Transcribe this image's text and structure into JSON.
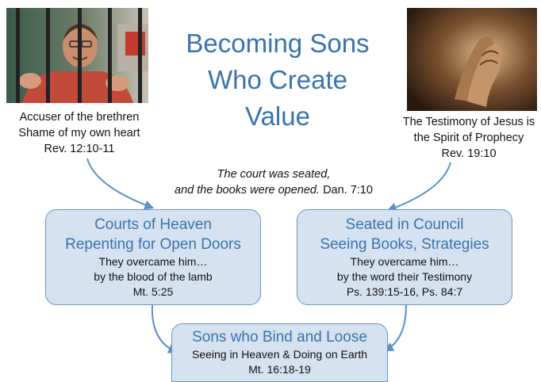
{
  "title": {
    "line1": "Becoming Sons",
    "line2": "Who Create",
    "line3": "Value"
  },
  "left_caption": {
    "line1": "Accuser of the brethren",
    "line2": "Shame of my own heart",
    "line3": "Rev. 12:10-11"
  },
  "right_caption": {
    "line1": "The Testimony of Jesus is",
    "line2": "the Spirit of Prophecy",
    "line3": "Rev. 19:10"
  },
  "quote": {
    "line1": "The court was seated,",
    "line2_italic": "and the books were opened.",
    "line2_ref": "Dan. 7:10"
  },
  "box_left": {
    "heading1": "Courts of Heaven",
    "heading2": "Repenting for Open Doors",
    "body1": "They overcame him…",
    "body2": "by the blood of the lamb",
    "body3": "Mt. 5:25"
  },
  "box_right": {
    "heading1": "Seated in Council",
    "heading2": "Seeing Books, Strategies",
    "body1": "They overcame him…",
    "body2": "by the word their Testimony",
    "body3": "Ps. 139:15-16, Ps. 84:7"
  },
  "box_bottom": {
    "heading": "Sons who Bind and Loose",
    "body1": "Seeing in Heaven & Doing on Earth",
    "body2": "Mt. 16:18-19"
  },
  "colors": {
    "title": "#3a73ad",
    "box_fill": "#d5e3f1",
    "box_border": "#6f94c0",
    "arrow": "#5b8fc9"
  }
}
